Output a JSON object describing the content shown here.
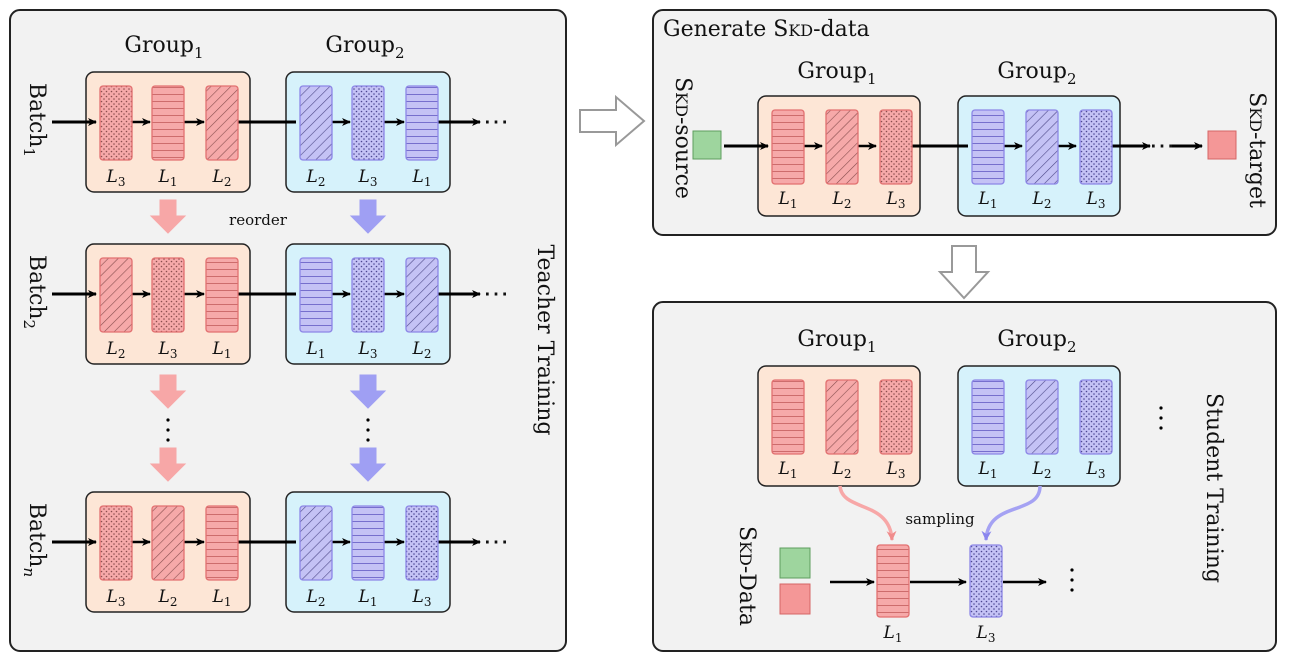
{
  "colors": {
    "panel_fill": "#f2f2f2",
    "group1_fill": "#fde6d6",
    "group2_fill": "#d6f2fb",
    "red_block": "#f6a9a9",
    "blue_block": "#b9b7f2",
    "red_stroke": "#e27070",
    "blue_stroke": "#8c86e6",
    "red_arrow": "#f7a7a7",
    "blue_arrow": "#9f9ff3",
    "source_square": "#9ed59e",
    "target_square": "#f49797"
  },
  "teacher": {
    "title": "Teacher Training",
    "group1": "Group",
    "group2": "Group",
    "group1_sub": "1",
    "group2_sub": "2",
    "reorder": "reorder",
    "batch_word": "Batch",
    "rows": [
      {
        "batch_sub": "1",
        "layers": [
          "3",
          "1",
          "2",
          "2",
          "3",
          "1"
        ],
        "patterns": [
          "dots",
          "lines",
          "hatch",
          "hatch",
          "dots",
          "lines"
        ]
      },
      {
        "batch_sub": "2",
        "layers": [
          "2",
          "3",
          "1",
          "1",
          "3",
          "2"
        ],
        "patterns": [
          "hatch",
          "dots",
          "lines",
          "lines",
          "dots",
          "hatch"
        ]
      },
      {
        "batch_sub": "n",
        "layers": [
          "3",
          "2",
          "1",
          "2",
          "1",
          "3"
        ],
        "patterns": [
          "dots",
          "hatch",
          "lines",
          "hatch",
          "lines",
          "dots"
        ]
      }
    ],
    "ellipsis": "⋯"
  },
  "generate": {
    "title_prefix": "Generate S",
    "title_caps": "KD",
    "title_suffix": "-data",
    "source_s": "S",
    "source_caps": "KD",
    "source_rest": "-source",
    "target_s": "S",
    "target_caps": "KD",
    "target_rest": "-target",
    "group1": "Group",
    "group2": "Group",
    "group1_sub": "1",
    "group2_sub": "2",
    "layers": [
      "1",
      "2",
      "3",
      "1",
      "2",
      "3"
    ],
    "patterns": [
      "lines",
      "hatch",
      "dots",
      "lines",
      "hatch",
      "dots"
    ]
  },
  "student": {
    "title": "Student Training",
    "group1": "Group",
    "group2": "Group",
    "group1_sub": "1",
    "group2_sub": "2",
    "layers": [
      "1",
      "2",
      "3",
      "1",
      "2",
      "3"
    ],
    "patterns": [
      "lines",
      "hatch",
      "dots",
      "lines",
      "hatch",
      "dots"
    ],
    "sampling": "sampling",
    "data_s": "S",
    "data_caps": "KD",
    "data_rest": "-Data",
    "sampled_layers": [
      "1",
      "3"
    ],
    "sampled_patterns": [
      "lines",
      "dots"
    ]
  },
  "layer_letter": "L"
}
